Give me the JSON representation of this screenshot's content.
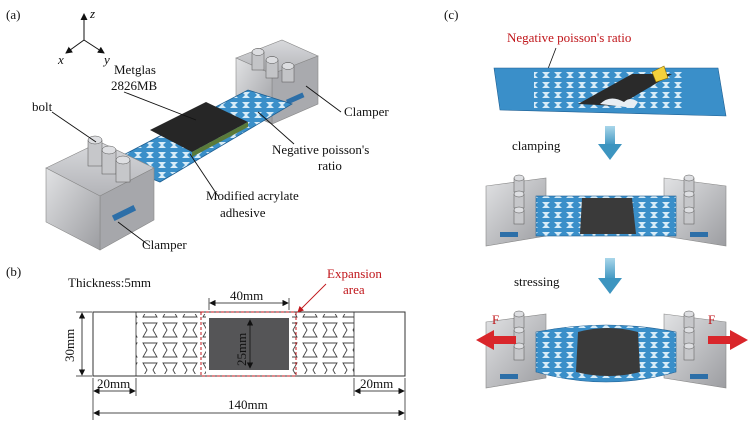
{
  "panel_a": {
    "label": "(a)",
    "axes": {
      "z": "z",
      "x": "x",
      "y": "y"
    },
    "bolt": "bolt",
    "metglas_line1": "Metglas",
    "metglas_line2": "2826MB",
    "clamper_right": "Clamper",
    "clamper_left": "Clamper",
    "npr_line1": "Negative poisson's",
    "npr_line2": "ratio",
    "adhesive_line1": "Modified acrylate",
    "adhesive_line2": "adhesive"
  },
  "panel_b": {
    "label": "(b)",
    "thickness": "Thickness:5mm",
    "expansion_line1": "Expansion",
    "expansion_line2": "area",
    "dim_40": "40mm",
    "dim_30": "30mm",
    "dim_25": "25mm",
    "dim_20_left": "20mm",
    "dim_20_right": "20mm",
    "dim_140": "140mm"
  },
  "panel_c": {
    "label": "(c)",
    "npr_title": "Negative poisson's ratio",
    "step1": "clamping",
    "step2": "stressing",
    "force_left": "F",
    "force_right": "F"
  },
  "colors": {
    "lattice_blue": "#3a8fc9",
    "lattice_dark": "#1f5f92",
    "metglas": "#2b2b2b",
    "clamper": "#b9babd",
    "accent_red": "#c0161b",
    "arrow_blue": "#5aa9cc"
  }
}
